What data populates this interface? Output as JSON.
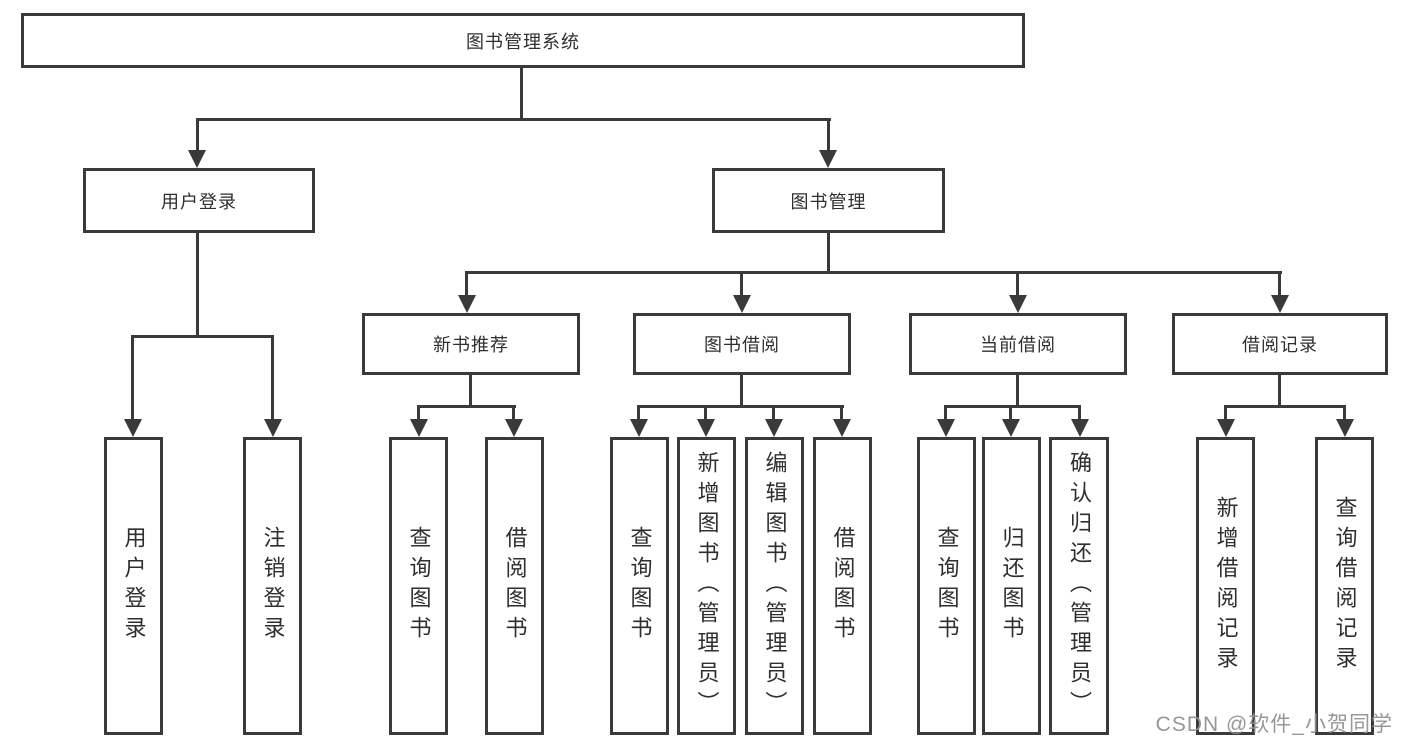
{
  "diagram": {
    "type": "tree",
    "tree": {
      "label": "图书管理系统",
      "children": [
        {
          "label": "用户登录",
          "children": [
            {
              "label": "用户登录"
            },
            {
              "label": "注销登录"
            }
          ]
        },
        {
          "label": "图书管理",
          "children": [
            {
              "label": "新书推荐",
              "children": [
                {
                  "label": "查询图书"
                },
                {
                  "label": "借阅图书"
                }
              ]
            },
            {
              "label": "图书借阅",
              "children": [
                {
                  "label": "查询图书"
                },
                {
                  "label": "新增图书（管理员）"
                },
                {
                  "label": "编辑图书（管理员）"
                },
                {
                  "label": "借阅图书"
                }
              ]
            },
            {
              "label": "当前借阅",
              "children": [
                {
                  "label": "查询图书"
                },
                {
                  "label": "归还图书"
                },
                {
                  "label": "确认归还（管理员）"
                }
              ]
            },
            {
              "label": "借阅记录",
              "children": [
                {
                  "label": "新增借阅记录"
                },
                {
                  "label": "查询借阅记录"
                }
              ]
            }
          ]
        }
      ]
    }
  },
  "watermark": "CSDN @软件_小贺同学",
  "colors": {
    "line": "#3a3a3c",
    "text": "#2f2f31",
    "background": "#ffffff",
    "watermark": "#919191"
  }
}
